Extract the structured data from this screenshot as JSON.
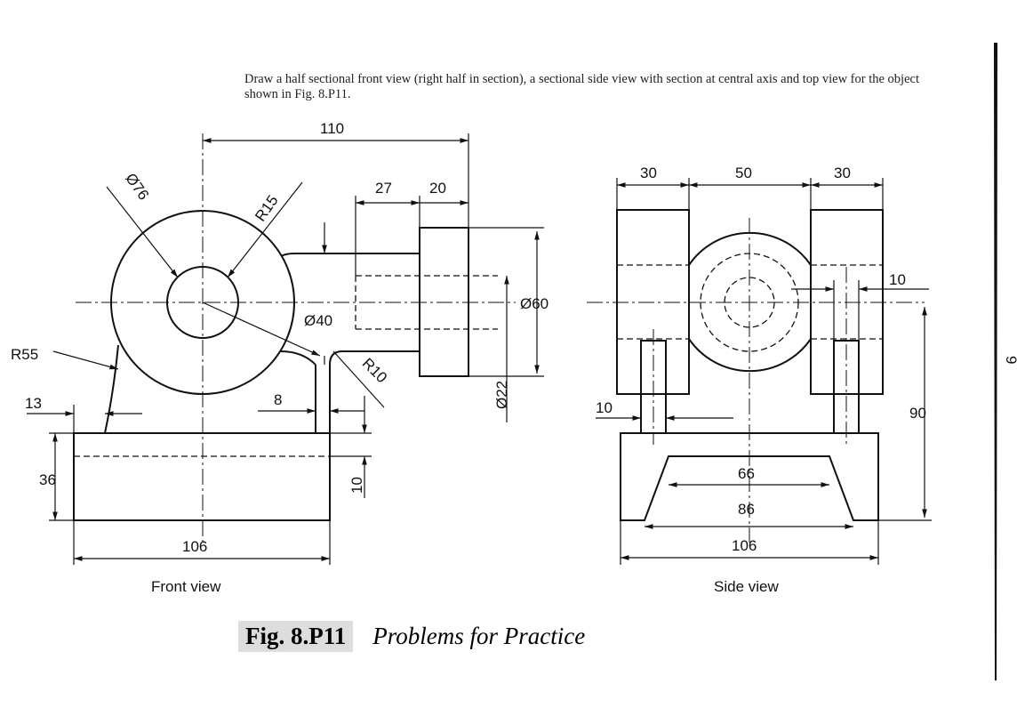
{
  "instruction": "Draw a half sectional front view (right half in section), a sectional side view with section at central axis and top view for the object shown in Fig. 8.P11.",
  "front_view": {
    "label": "Front view",
    "dims": {
      "d110": "110",
      "d27": "27",
      "d20": "20",
      "phi76": "Ø76",
      "r15": "R15",
      "phi40": "Ø40",
      "phi60": "Ø60",
      "r55": "R55",
      "r10": "R10",
      "phi22": "Ø22",
      "d13": "13",
      "d8": "8",
      "d36": "36",
      "d10": "10",
      "d106": "106"
    }
  },
  "side_view": {
    "label": "Side view",
    "dims": {
      "d30a": "30",
      "d50": "50",
      "d30b": "30",
      "d10a": "10",
      "d10b": "10",
      "d90": "90",
      "d66": "66",
      "d86": "86",
      "d106": "106"
    }
  },
  "caption": {
    "fig": "Fig. 8.P11",
    "title": "Problems for Practice"
  },
  "page_number": "9"
}
